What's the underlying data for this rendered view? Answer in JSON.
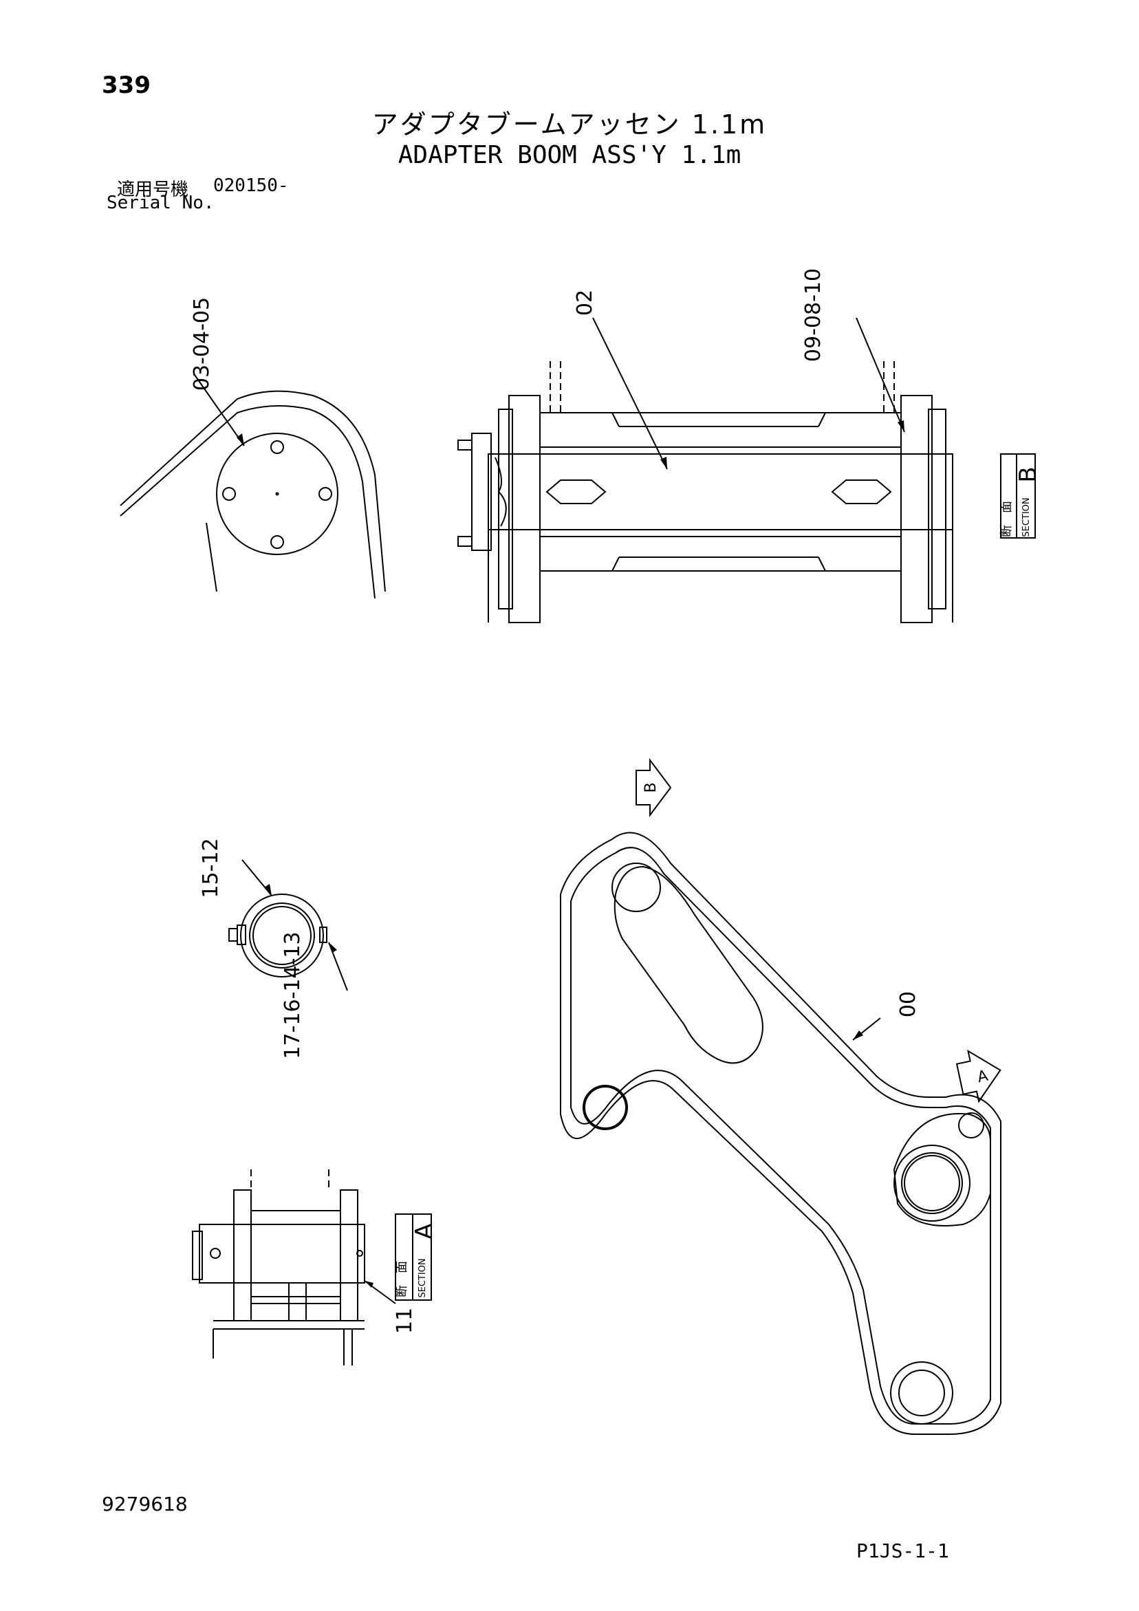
{
  "page_number": "339",
  "title_jp": "アダプタブームアッセン 1.1m",
  "title_en": "ADAPTER BOOM ASS'Y 1.1m",
  "serial": {
    "label_jp": "適用号機",
    "value": "020150-",
    "label_en": "Serial No."
  },
  "callouts": {
    "c_03_04_05": "03-04-05",
    "c_02": "02",
    "c_09_08_10": "09-08-10",
    "c_15_12": "15-12",
    "c_17_16_14_13": "17-16-14-13",
    "c_00": "00",
    "c_11": "11"
  },
  "section_labels": {
    "b_kanji_1": "断",
    "b_kanji_2": "面",
    "b_section": "SECTION",
    "b_letter": "B",
    "a_kanji_1": "断",
    "a_kanji_2": "面",
    "a_section": "SECTION",
    "a_letter": "A",
    "arrow_b": "B",
    "arrow_a": "A"
  },
  "drawing_number": "9279618",
  "page_code": "P1JS-1-1"
}
